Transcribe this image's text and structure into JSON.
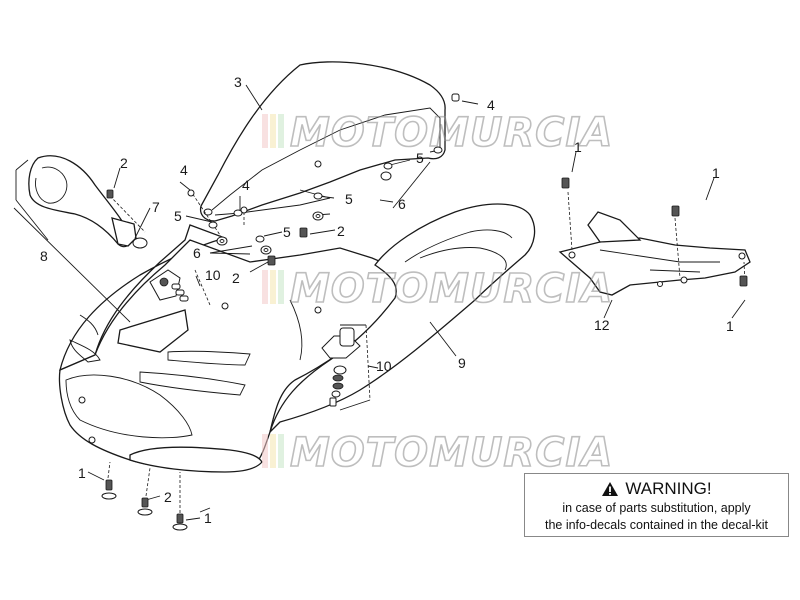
{
  "diagram": {
    "callouts": [
      {
        "id": "c3",
        "text": "3"
      },
      {
        "id": "c4a",
        "text": "4"
      },
      {
        "id": "c2a",
        "text": "2"
      },
      {
        "id": "c4b",
        "text": "4"
      },
      {
        "id": "c4c",
        "text": "4"
      },
      {
        "id": "c5a",
        "text": "5"
      },
      {
        "id": "c5b",
        "text": "5"
      },
      {
        "id": "c5c",
        "text": "5"
      },
      {
        "id": "c5d",
        "text": "5"
      },
      {
        "id": "c6a",
        "text": "6"
      },
      {
        "id": "c6b",
        "text": "6"
      },
      {
        "id": "c7",
        "text": "7"
      },
      {
        "id": "c8",
        "text": "8"
      },
      {
        "id": "c2b",
        "text": "2"
      },
      {
        "id": "c2c",
        "text": "2"
      },
      {
        "id": "c10a",
        "text": "10"
      },
      {
        "id": "c10b",
        "text": "10"
      },
      {
        "id": "c9",
        "text": "9"
      },
      {
        "id": "c1a",
        "text": "1"
      },
      {
        "id": "c1b",
        "text": "1"
      },
      {
        "id": "c12",
        "text": "12"
      },
      {
        "id": "c1c",
        "text": "1"
      },
      {
        "id": "c1d",
        "text": "1"
      },
      {
        "id": "c2d",
        "text": "2"
      },
      {
        "id": "c1e",
        "text": "1"
      }
    ],
    "watermark": "MOTOMURCIA"
  },
  "warning": {
    "title": "WARNING!",
    "line1": "in case of parts substitution, apply",
    "line2": "the info-decals contained in the decal-kit"
  }
}
